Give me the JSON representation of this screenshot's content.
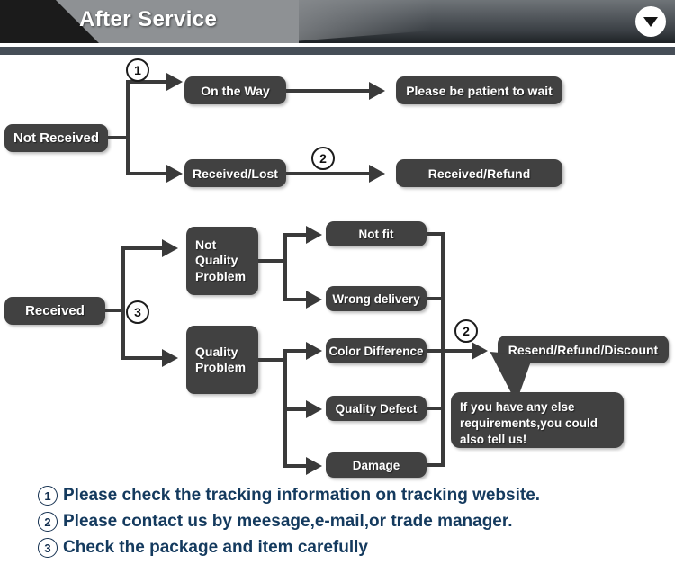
{
  "header": {
    "title": "After Service",
    "collapse_icon": "triangle-down-icon"
  },
  "flow": {
    "section_not_received": {
      "root": "Not Received",
      "marker_1": "1",
      "marker_2": "2",
      "branches": [
        {
          "label": "On the Way",
          "result": "Please be patient to wait"
        },
        {
          "label": "Received/Lost",
          "result": "Received/Refund"
        }
      ]
    },
    "section_received": {
      "root": "Received",
      "marker_3": "3",
      "marker_2": "2",
      "categories": [
        {
          "label": "Not Quality Problem",
          "reasons": [
            "Not fit",
            "Wrong delivery"
          ]
        },
        {
          "label": "Quality Problem",
          "reasons": [
            "Color Difference",
            "Quality Defect",
            "Damage"
          ]
        }
      ],
      "outcome": "Resend/Refund/Discount",
      "callout": "If you have any else requirements,you could also tell us!"
    }
  },
  "notes": [
    {
      "num": "1",
      "text": "Please check the tracking information on tracking website."
    },
    {
      "num": "2",
      "text": "Please contact us by meesage,e-mail,or trade manager."
    },
    {
      "num": "3",
      "text": "Check the package and item carefully"
    }
  ],
  "colors": {
    "node": "#414141",
    "line": "#3a3a3a",
    "note_text": "#143a5e",
    "header_rule": "#464e57"
  }
}
